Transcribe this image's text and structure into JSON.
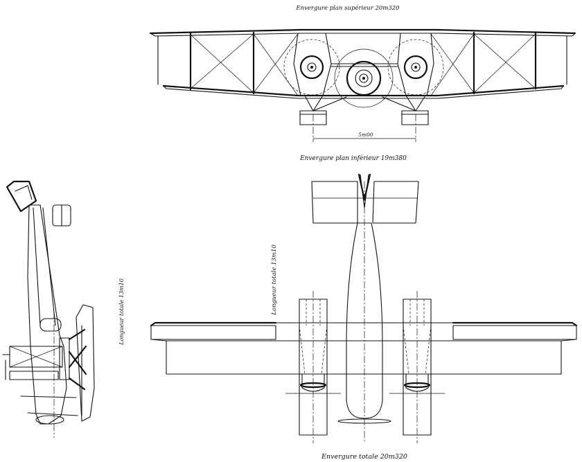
{
  "labels": {
    "upper_span": "Envergure plan supérieur 20m320",
    "gauge": "5m00",
    "lower_span": "Envergure plan inférieur 19m380",
    "length_plan": "Longueur totale 13m10",
    "length_side": "Longueur totale 13m10",
    "total_span": "Envergure totale 20m320"
  },
  "views": {
    "front": "front-elevation",
    "side": "side-elevation",
    "plan": "plan-view"
  }
}
